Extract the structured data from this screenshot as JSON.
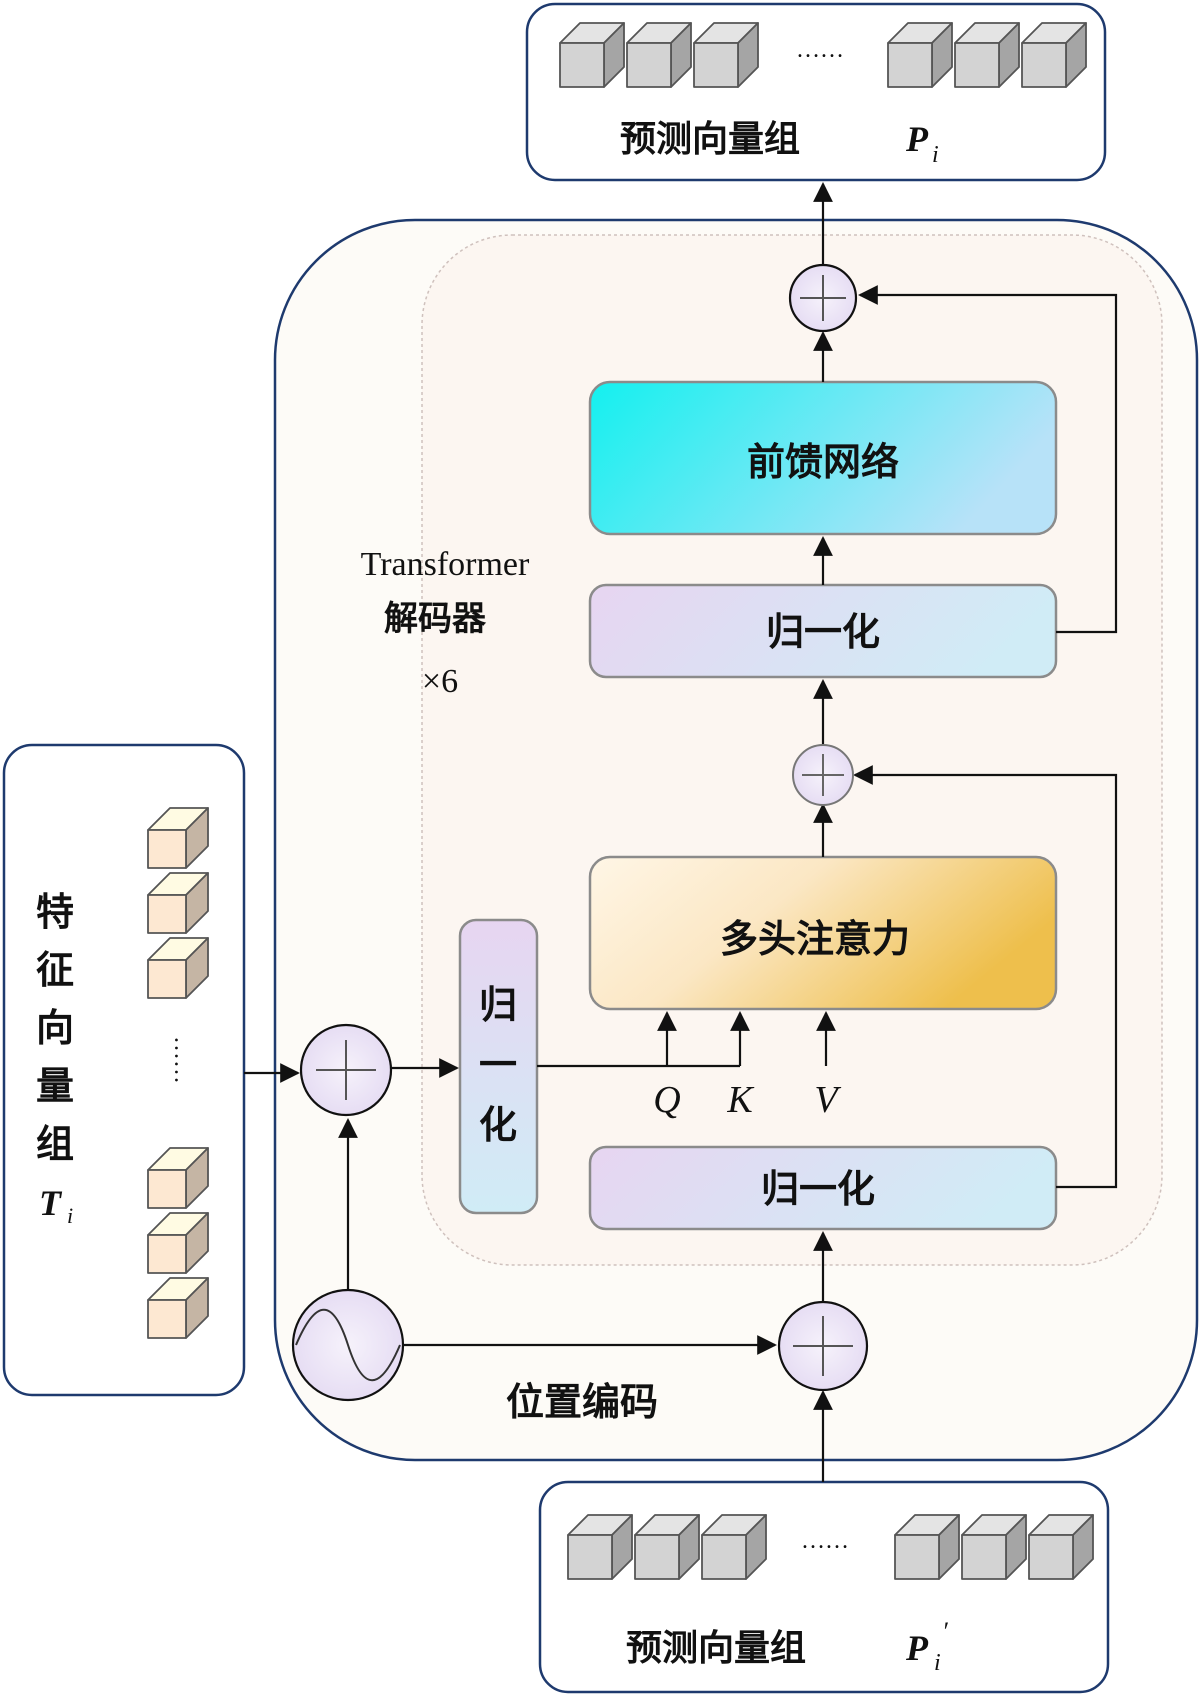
{
  "output_group": {
    "label": "预测向量组",
    "var": "P",
    "sub": "i",
    "ellipsis": "……"
  },
  "input_group": {
    "label": "预测向量组",
    "var": "P",
    "sub": "i",
    "prime": "′",
    "ellipsis": "……"
  },
  "feature_group": {
    "chars": [
      "特",
      "征",
      "向",
      "量",
      "组"
    ],
    "var": "T",
    "sub": "i",
    "ellipsis": "……"
  },
  "decoder": {
    "name_line1": "Transformer",
    "name_line2": "解码器",
    "repeat": "×6"
  },
  "blocks": {
    "ffn": "前馈网络",
    "norm_top": "归一化",
    "mha": "多头注意力",
    "norm_bottom": "归一化",
    "norm_side_chars": [
      "归",
      "一",
      "化"
    ]
  },
  "qkv": {
    "q": "Q",
    "k": "K",
    "v": "V"
  },
  "positional_encoding": "位置编码",
  "colors": {
    "frame": "#1e3a6e",
    "decoder_fill": "#fdfbf7",
    "ffn_left": "#13f0ef",
    "ffn_right": "#b7e2f8",
    "norm_left": "#e7d5f1",
    "norm_right": "#d0ecf6",
    "mha_left": "#fff6e6",
    "mha_right": "#eebf4c",
    "cube_gray": "#d3d3d3",
    "cube_peach": "#fde8d2",
    "adder_fill": "#ece5f6"
  }
}
